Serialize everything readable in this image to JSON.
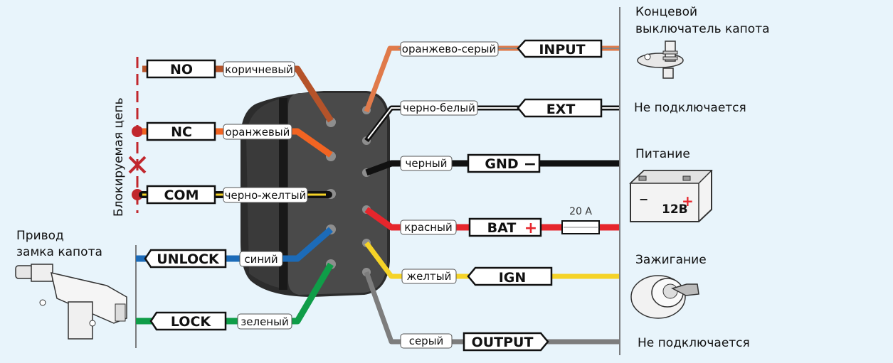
{
  "left_wires": [
    {
      "pin": "NO",
      "color_label": "коричневый",
      "color": "#b5532a"
    },
    {
      "pin": "NC",
      "color_label": "оранжевый",
      "color": "#f26422"
    },
    {
      "pin": "COM",
      "color_label": "черно-желтый",
      "color": "#111111",
      "stripe": "#f5d327"
    },
    {
      "pin": "UNLOCK",
      "color_label": "синий",
      "color": "#1c6bb8"
    },
    {
      "pin": "LOCK",
      "color_label": "зеленый",
      "color": "#0f9d48"
    }
  ],
  "right_wires": [
    {
      "pin": "INPUT",
      "color_label": "оранжево-серый",
      "color": "#e07a4a",
      "stripe": "#8a8a8a"
    },
    {
      "pin": "EXT",
      "color_label": "черно-белый",
      "color": "#111111",
      "stripe": "#ffffff"
    },
    {
      "pin": "GND",
      "color_label": "черный",
      "color": "#111111",
      "sign": "−"
    },
    {
      "pin": "BAT",
      "color_label": "красный",
      "color": "#e6262c",
      "sign": "+"
    },
    {
      "pin": "IGN",
      "color_label": "желтый",
      "color": "#f5d327"
    },
    {
      "pin": "OUTPUT",
      "color_label": "серый",
      "color": "#7d7d7d"
    }
  ],
  "fuse_label": "20 A",
  "blocked_circuit_label": "Блокируемая цепь",
  "hood_switch": {
    "line1": "Концевой",
    "line2": "выключатель капота"
  },
  "ext_note": "Не подключается",
  "power_label": "Питание",
  "battery_label": "12B",
  "battery_plus": "+",
  "battery_minus": "−",
  "ignition_label": "Зажигание",
  "output_note": "Не подключается",
  "hood_lock": {
    "line1": "Привод",
    "line2": "замка капота"
  },
  "accent_red": "#c1272d",
  "icons": [
    "hood-switch-icon",
    "battery-icon",
    "ignition-icon",
    "hood-lock-actuator-icon"
  ]
}
